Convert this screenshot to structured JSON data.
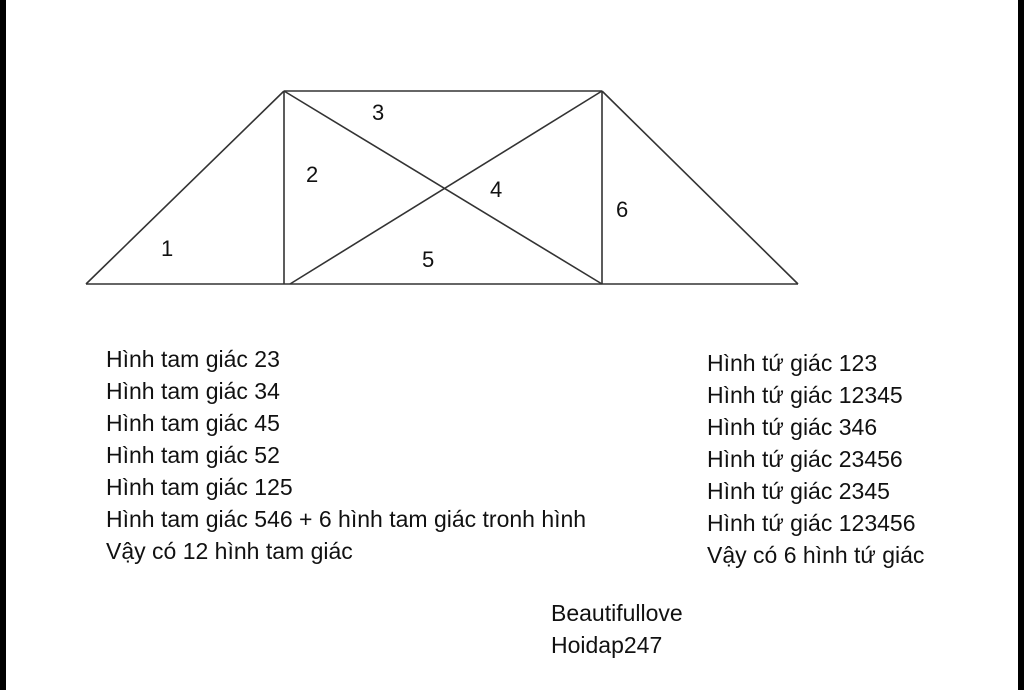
{
  "figure": {
    "region_labels": [
      "1",
      "2",
      "3",
      "4",
      "5",
      "6"
    ]
  },
  "triangles": {
    "lines": [
      "Hình tam giác 23",
      "Hình tam giác 34",
      "Hình tam giác 45",
      "Hình tam giác 52",
      "Hình tam giác 125",
      "Hình tam giác 546 + 6 hình tam giác tronh hình",
      "Vậy có 12 hình tam giác"
    ]
  },
  "quadrilaterals": {
    "lines": [
      "Hình tứ giác 123",
      "Hình tứ giác 12345",
      "Hình tứ giác 346",
      "Hình tứ giác 23456",
      "Hình tứ giác 2345",
      "Hình tứ giác 123456",
      "Vậy có 6 hình tứ giác"
    ]
  },
  "credit": {
    "author": "Beautifullove",
    "site": "Hoidap247"
  },
  "colors": {
    "background": "#ffffff",
    "frame": "#000000",
    "ink": "#111111"
  }
}
